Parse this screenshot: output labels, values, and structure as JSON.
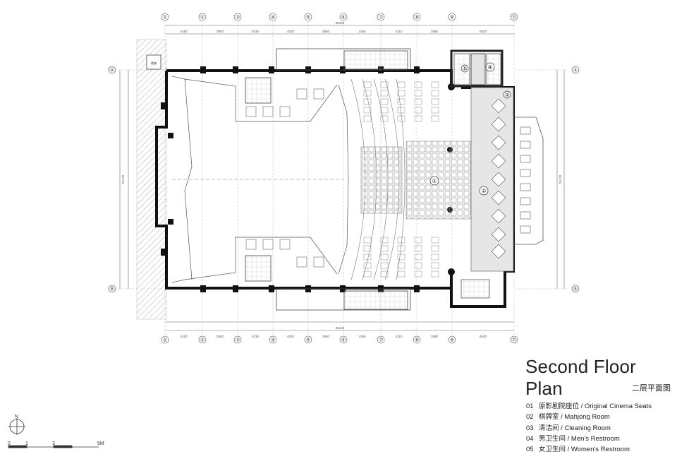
{
  "title": "Second Floor Plan",
  "subtitle": "二层平面图",
  "columns": [
    "①",
    "②",
    "③",
    "④",
    "⑤",
    "⑥",
    "⑦",
    "⑧",
    "⑨",
    "⑪"
  ],
  "dimensions": [
    "4190",
    "3950",
    "4030",
    "4020",
    "3950",
    "4190",
    "4110",
    "3980",
    "6930"
  ],
  "total_dimension": "36440",
  "vertical_dimension": "24170",
  "rows": [
    "Ⓐ",
    "Ⓑ"
  ],
  "zones": [
    "①",
    "②",
    "③",
    "④",
    "⑤"
  ],
  "legend": [
    {
      "num": "01",
      "text": "原影剧院座位 / Original Cinema Seats"
    },
    {
      "num": "02",
      "text": "棋牌室 / Mahjong Room"
    },
    {
      "num": "03",
      "text": "清洁间 / Cleaning Room"
    },
    {
      "num": "04",
      "text": "男卫生间 / Men's Restroom"
    },
    {
      "num": "05",
      "text": "女卫生间 / Women's Restroom"
    }
  ],
  "north_label": "N",
  "scale_labels": [
    "0",
    "1",
    "3",
    "5M"
  ],
  "stair_label": "楼梯"
}
